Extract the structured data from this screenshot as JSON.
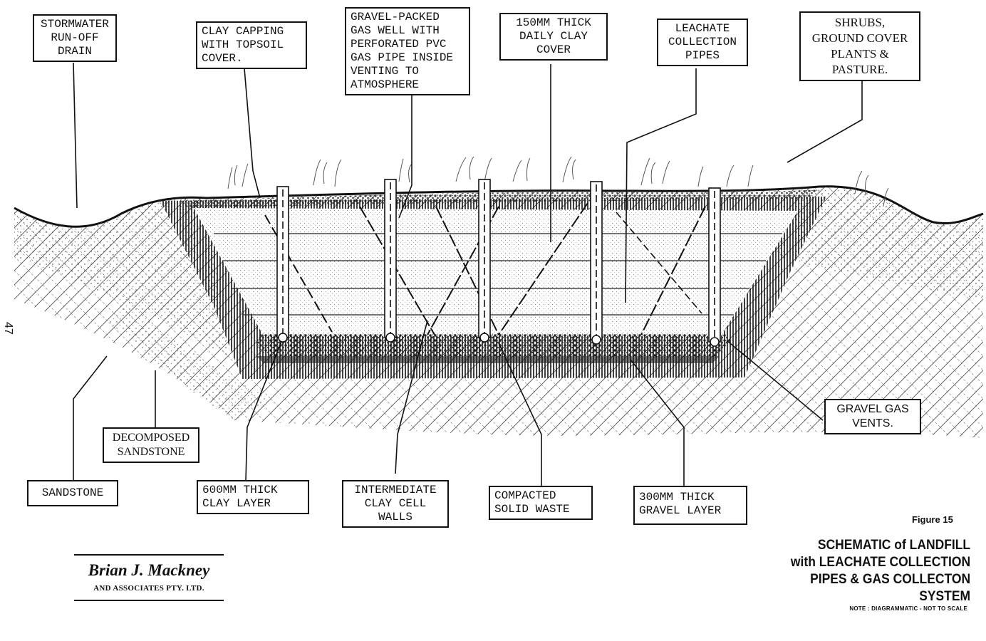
{
  "labels": {
    "stormwater": [
      "STORMWATER",
      "RUN-OFF",
      "DRAIN"
    ],
    "clay_capping": [
      "CLAY CAPPING",
      "WITH TOPSOIL",
      "COVER."
    ],
    "gas_well": [
      "GRAVEL-PACKED",
      "GAS WELL WITH",
      "PERFORATED PVC",
      "GAS PIPE INSIDE",
      "VENTING TO",
      "ATMOSPHERE"
    ],
    "daily_clay": [
      "150mm THICK",
      "DAILY CLAY",
      "COVER"
    ],
    "leachate_pipes": [
      "LEACHATE",
      "COLLECTION",
      "PIPES"
    ],
    "shrubs": [
      "SHRUBS,",
      "GROUND COVER",
      "PLANTS &",
      "PASTURE."
    ],
    "gravel_vents": [
      "GRAVEL GAS",
      "VENTS."
    ],
    "decomposed_sandstone": [
      "DECOMPOSED",
      "SANDSTONE"
    ],
    "sandstone": [
      "SANDSTONE"
    ],
    "clay_layer": [
      "600mm THICK",
      "CLAY LAYER"
    ],
    "cell_walls": [
      "INTERMEDIATE",
      "CLAY CELL",
      "WALLS"
    ],
    "solid_waste": [
      "COMPACTED",
      "SOLID WASTE"
    ],
    "gravel_layer": [
      "300mm THICK",
      "GRAVEL LAYER"
    ]
  },
  "page_number": "47",
  "company": {
    "name": "Brian J. Mackney",
    "subtitle": "AND ASSOCIATES PTY. LTD."
  },
  "figure_number": "Figure 15",
  "title_lines": [
    "SCHEMATIC of LANDFILL",
    "with LEACHATE COLLECTION",
    "PIPES & GAS COLLECTON",
    "SYSTEM"
  ],
  "note": "NOTE : DIAGRAMMATIC - NOT TO SCALE"
}
